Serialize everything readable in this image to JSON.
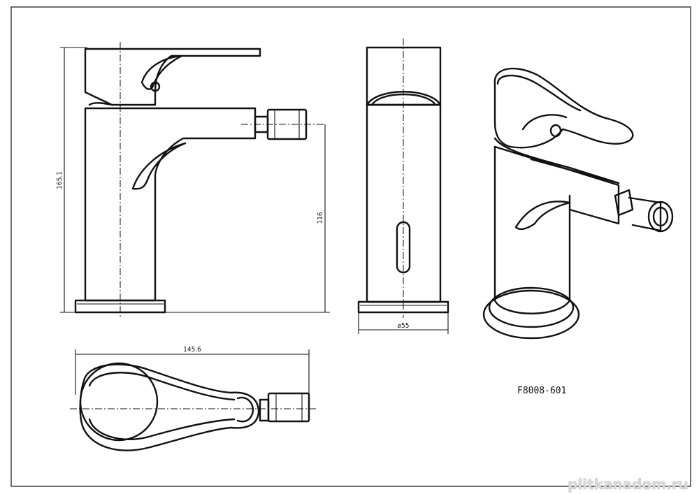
{
  "model": "F8008-601",
  "dimensions": {
    "height_total": "165.1",
    "height_spout": "116",
    "base_diameter": "⌀55",
    "length_top": "145.6"
  },
  "watermark": "plitkanadom.ru",
  "views": [
    "front-view",
    "side-view",
    "isometric-view",
    "top-view"
  ]
}
